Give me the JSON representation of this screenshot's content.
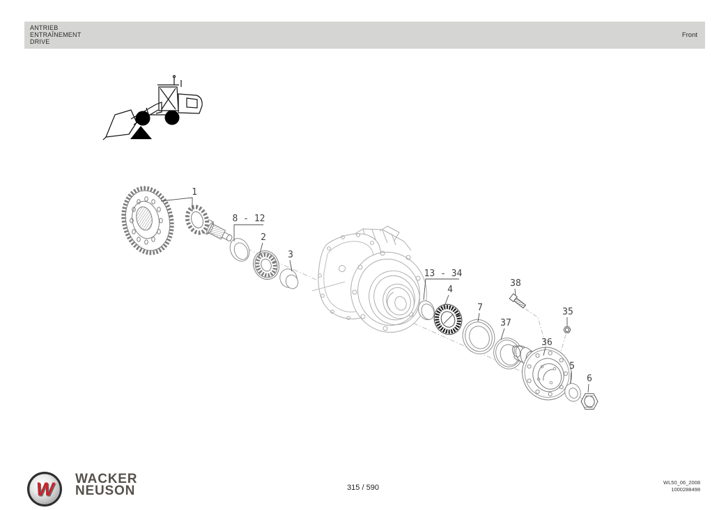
{
  "header": {
    "title_line1": "ANTRIEB",
    "title_line2": "ENTRAÎNEMENT",
    "title_line3": "DRIVE",
    "view_label": "Front"
  },
  "diagram": {
    "callouts": [
      "1",
      "8 - 12",
      "2",
      "3",
      "13 - 34",
      "4",
      "38",
      "7",
      "37",
      "35",
      "36",
      "5",
      "6"
    ]
  },
  "footer": {
    "logo_letter": "W",
    "brand_line1": "WACKER",
    "brand_line2": "NEUSON",
    "page_indicator": "315 / 590",
    "doc_code": "WL50_06_2008",
    "doc_number": "1000288498"
  },
  "colors": {
    "header_bar": "#d5d5d3",
    "drawing_line": "#8f8f8f",
    "housing_line": "#adadad",
    "callout_text": "#3f3f3f",
    "brand_red": "#c8242c",
    "brand_gray": "#56514b"
  }
}
